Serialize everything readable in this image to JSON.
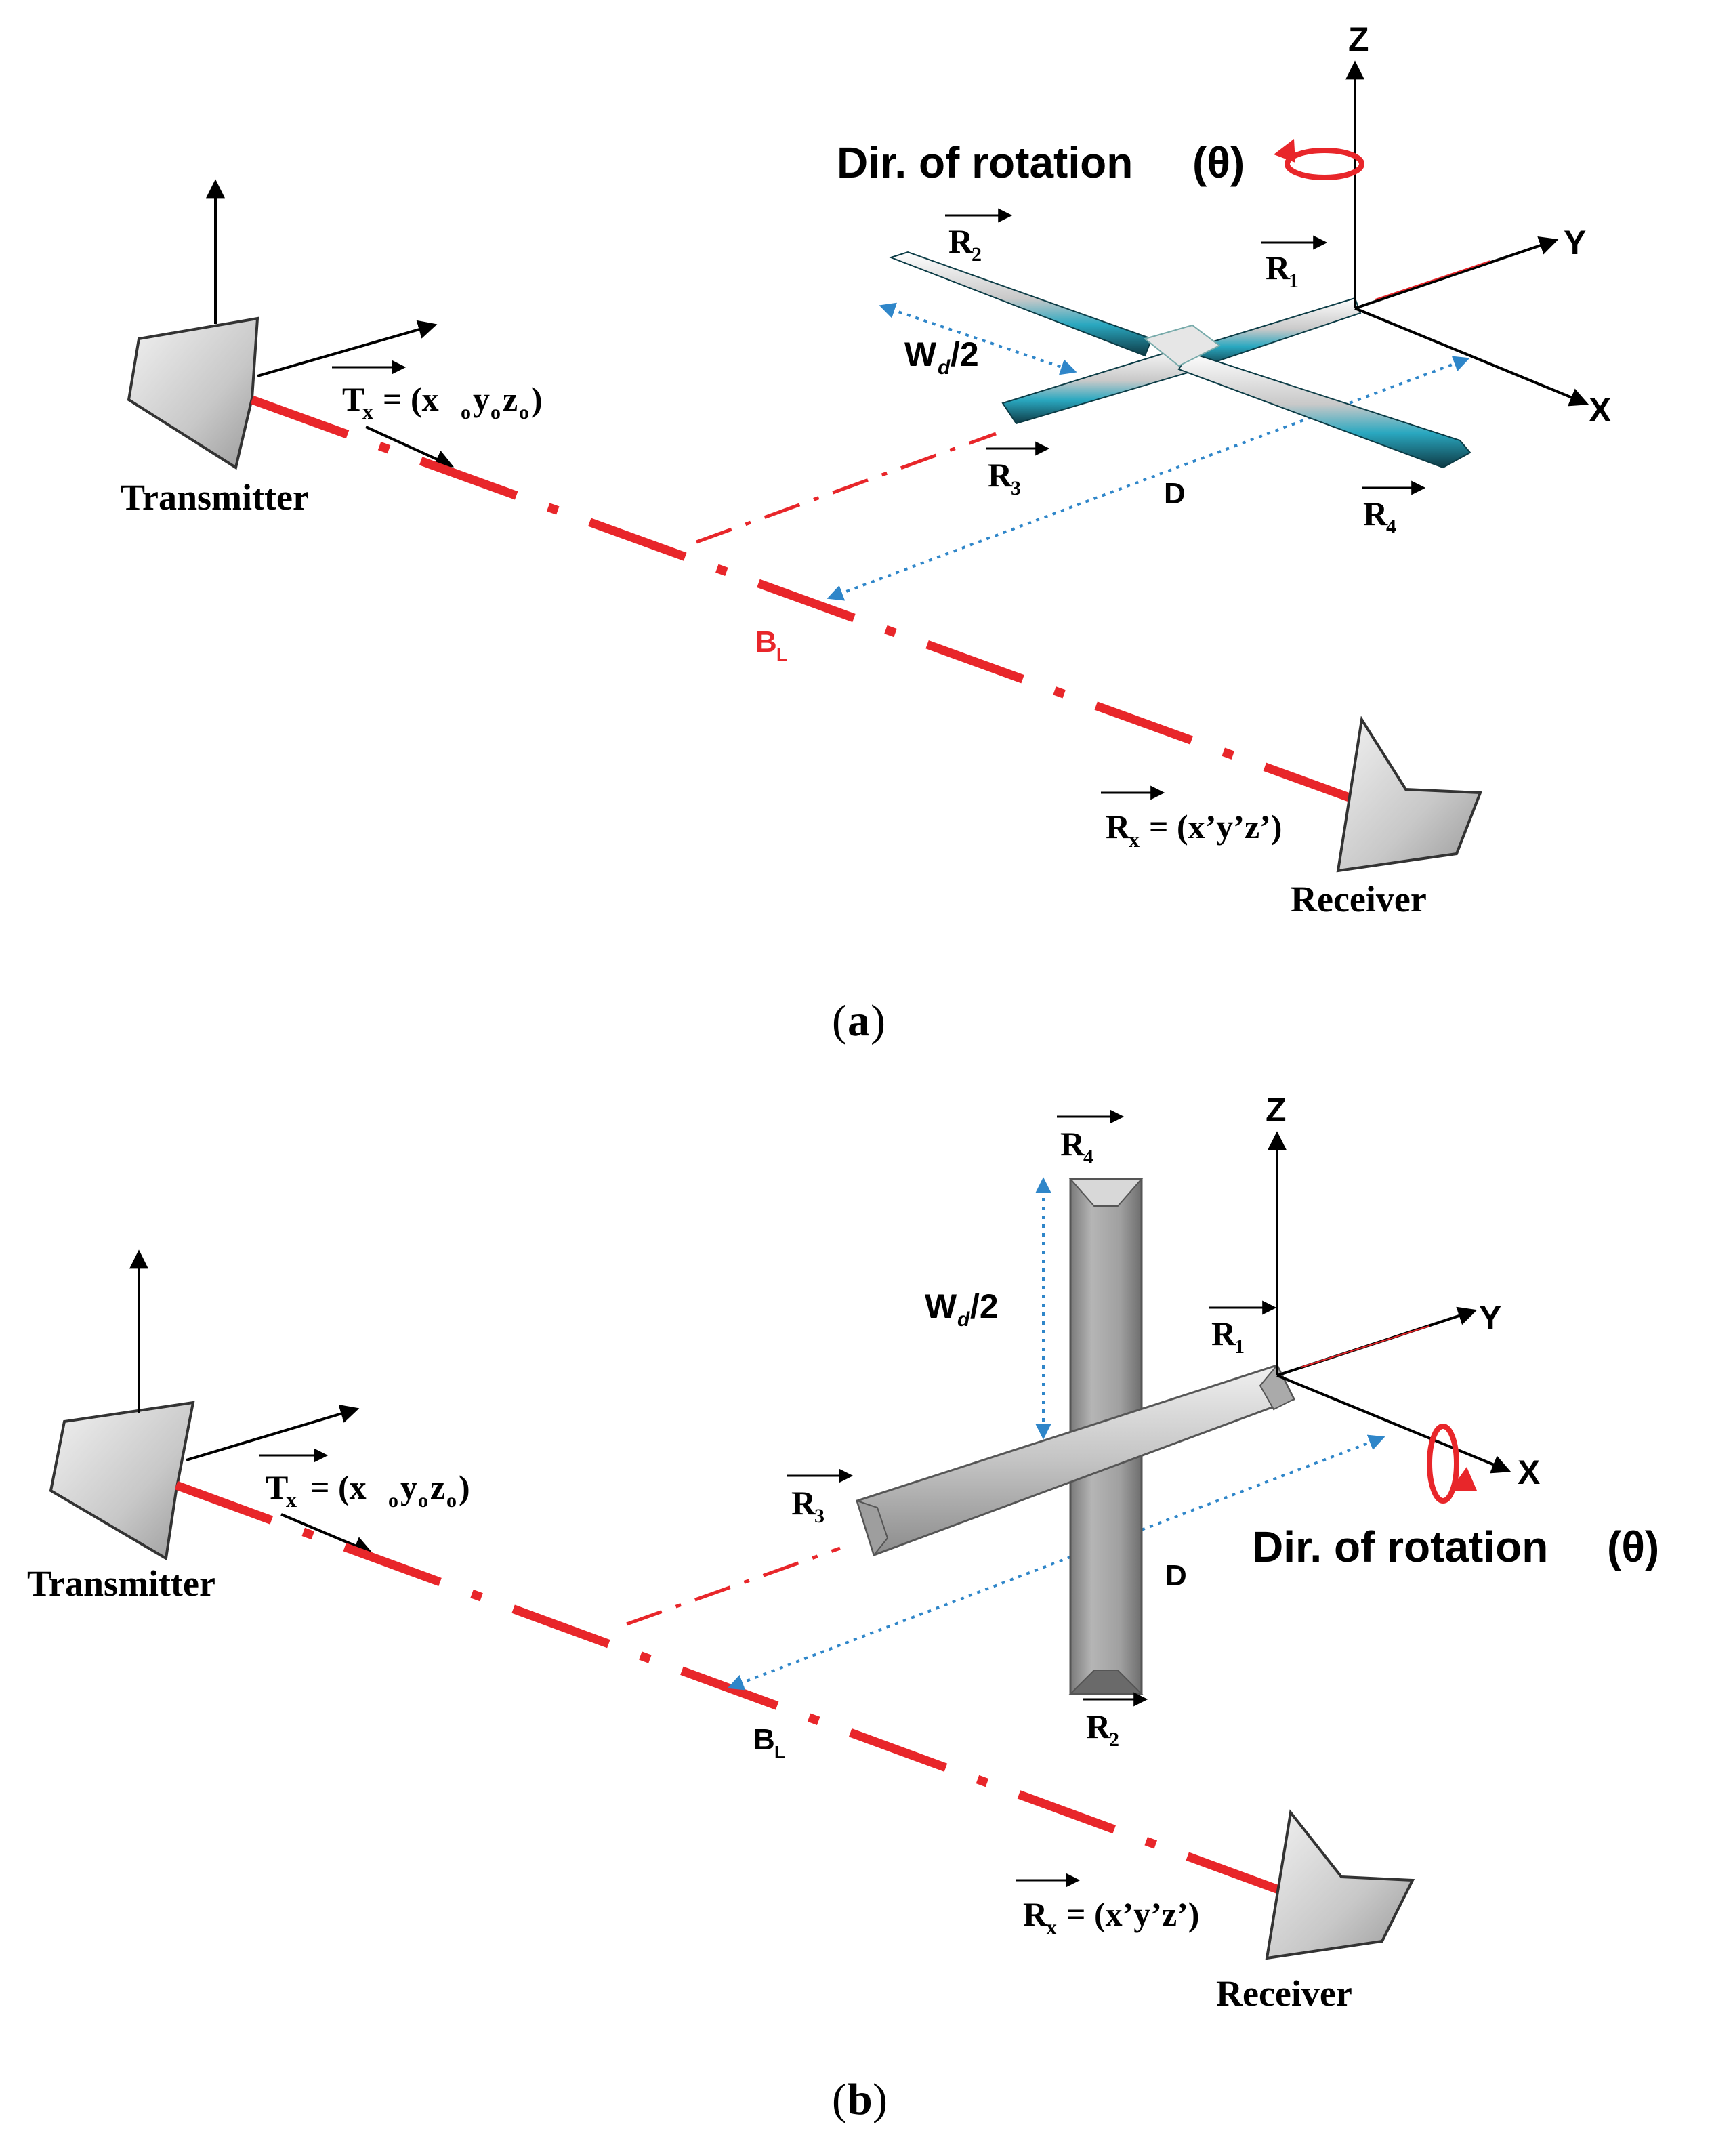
{
  "colors": {
    "beam": "#e8262a",
    "distance": "#2f86c9",
    "blade_a": "#2aa8c0",
    "blade_b": "#9a9a9a",
    "axis": "#000000"
  },
  "panel_a": {
    "caption_paren_open": "(",
    "caption_letter": "a",
    "caption_paren_close": ")",
    "rotation_label": "Dir. of rotation",
    "rotation_symbol": "(θ)",
    "axis_z": "Z",
    "axis_y": "Y",
    "axis_x": "X",
    "transmitter_label": "Transmitter",
    "receiver_label": "Receiver",
    "tx_vector": "T",
    "tx_sub": "x",
    "tx_eq": "= (x",
    "tx_o1": "o",
    "tx_y": "y",
    "tx_o2": "o",
    "tx_z": "z",
    "tx_o3": "o",
    "tx_close": ")",
    "rx_vector": "R",
    "rx_sub": "x",
    "rx_eq": "= (x’y’z’)",
    "r1": "R",
    "r1_sub": "1",
    "r2": "R",
    "r2_sub": "2",
    "r3": "R",
    "r3_sub": "3",
    "r4": "R",
    "r4_sub": "4",
    "wd": "W",
    "wd_sub": "d",
    "wd_tail": "/2",
    "d_label": "D",
    "bl": "B",
    "bl_sub": "L"
  },
  "panel_b": {
    "caption_paren_open": "(",
    "caption_letter": "b",
    "caption_paren_close": ")",
    "rotation_label": "Dir. of rotation",
    "rotation_symbol": "(θ)",
    "axis_z": "Z",
    "axis_y": "Y",
    "axis_x": "X",
    "transmitter_label": "Transmitter",
    "receiver_label": "Receiver",
    "tx_vector": "T",
    "tx_sub": "x",
    "tx_eq": "= (x",
    "tx_o1": "o",
    "tx_y": "y",
    "tx_o2": "o",
    "tx_z": "z",
    "tx_o3": "o",
    "tx_close": ")",
    "rx_vector": "R",
    "rx_sub": "x",
    "rx_eq": "= (x’y’z’)",
    "r1": "R",
    "r1_sub": "1",
    "r2": "R",
    "r2_sub": "2",
    "r3": "R",
    "r3_sub": "3",
    "r4": "R",
    "r4_sub": "4",
    "wd": "W",
    "wd_sub": "d",
    "wd_tail": "/2",
    "d_label": "D",
    "bl": "B",
    "bl_sub": "L"
  }
}
